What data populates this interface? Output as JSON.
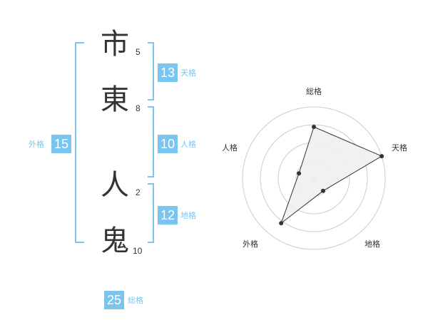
{
  "name": {
    "characters": [
      {
        "char": "市",
        "strokes": "5"
      },
      {
        "char": "東",
        "strokes": "8"
      },
      {
        "char": "人",
        "strokes": "2"
      },
      {
        "char": "鬼",
        "strokes": "10"
      }
    ]
  },
  "kaku": {
    "tenkaku": {
      "value": "13",
      "label": "天格"
    },
    "jinkaku": {
      "value": "10",
      "label": "人格"
    },
    "chikaku": {
      "value": "12",
      "label": "地格"
    },
    "gaikaku": {
      "value": "15",
      "label": "外格"
    },
    "soukaku": {
      "value": "25",
      "label": "総格"
    }
  },
  "colors": {
    "accent": "#7ac5f0",
    "text": "#333333",
    "grid": "#cccccc",
    "fill": "#f0f0f0"
  },
  "chart_data": {
    "type": "radar",
    "axes": [
      "総格",
      "天格",
      "地格",
      "外格",
      "人格"
    ],
    "values": [
      0.72,
      1.0,
      0.22,
      0.78,
      0.22
    ],
    "range": [
      0,
      1
    ],
    "rings": 4
  }
}
